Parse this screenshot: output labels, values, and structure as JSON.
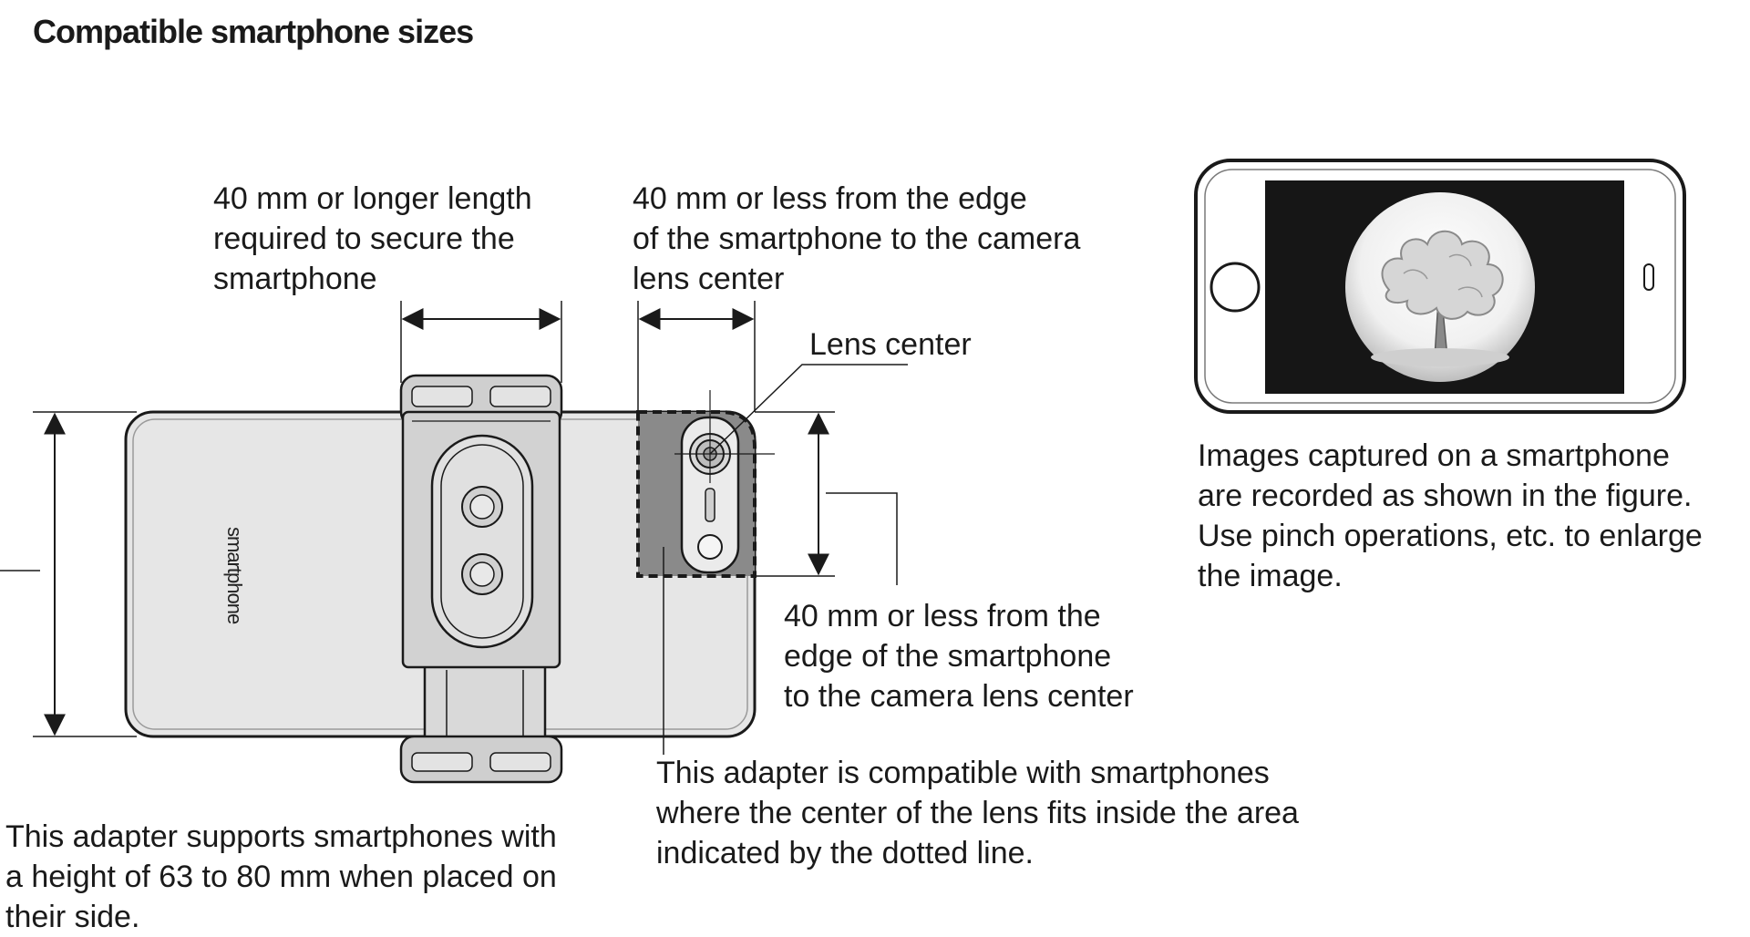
{
  "title": "Compatible smartphone sizes",
  "labels": {
    "secure_length": [
      "40 mm or longer length",
      "required to secure the",
      "smartphone"
    ],
    "edge_to_lens_top": [
      "40 mm or less from the edge",
      "of the smartphone to the camera",
      "lens center"
    ],
    "lens_center": "Lens center",
    "edge_to_lens_side": [
      "40 mm or less from the",
      "edge of the smartphone",
      "to the camera lens center"
    ],
    "dotted_area": [
      "This adapter is compatible with smartphones",
      "where the center of the lens fits inside the area",
      "indicated by the dotted line."
    ],
    "height_support": [
      "This adapter supports smartphones with",
      "a height of 63 to 80 mm when placed on",
      "their side."
    ],
    "captured_images": [
      "Images captured on a smartphone",
      "are recorded as shown in the figure.",
      "Use pinch operations, etc. to enlarge",
      "the image."
    ]
  },
  "phone_brand_text": "smartphone",
  "colors": {
    "phone_body": "#e6e6e6",
    "adapter": "#cfcfcf",
    "dotted_area_fill": "#8a8a8a",
    "screen_black": "#161616",
    "line": "#1a1a1a"
  }
}
